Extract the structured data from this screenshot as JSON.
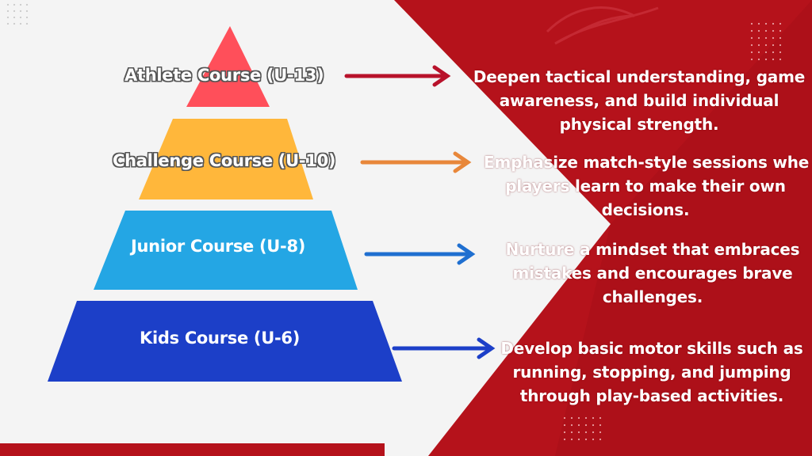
{
  "colors": {
    "background": "#f4f4f4",
    "panel_red": "#b5121b",
    "panel_red_dark": "#8f0d14",
    "tier_athlete": "#ff4f5a",
    "tier_challenge": "#ffb73b",
    "tier_junior": "#24a6e4",
    "tier_kids": "#1c3fc8",
    "arrow_athlete": "#b8122b",
    "arrow_challenge": "#e8873a",
    "arrow_junior": "#1f6fd0",
    "arrow_kids": "#1c3fc8",
    "text": "#ffffff"
  },
  "tiers": [
    {
      "label": "Athlete Course (U-13)",
      "description": [
        "Deepen tactical understanding, game",
        "awareness, and build individual",
        "physical strength."
      ]
    },
    {
      "label": "Challenge Course (U-10)",
      "description": [
        "Emphasize match-style sessions whe",
        "players learn to make their own",
        "decisions."
      ]
    },
    {
      "label": "Junior Course (U-8)",
      "description": [
        "Nurture a mindset that embraces",
        "mistakes and encourages brave",
        "challenges."
      ]
    },
    {
      "label": "Kids Course (U-6)",
      "description": [
        "Develop basic motor skills such as",
        "running, stopping, and jumping",
        "through play-based activities."
      ]
    }
  ]
}
